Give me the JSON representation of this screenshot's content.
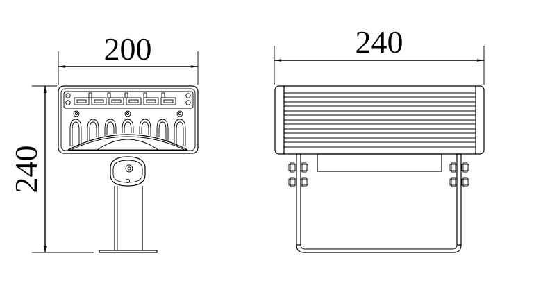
{
  "drawing": {
    "side_view": {
      "width_dimension": "200",
      "height_dimension": "240"
    },
    "front_view": {
      "width_dimension": "240"
    },
    "line_color": "#000000",
    "background": "#ffffff"
  }
}
